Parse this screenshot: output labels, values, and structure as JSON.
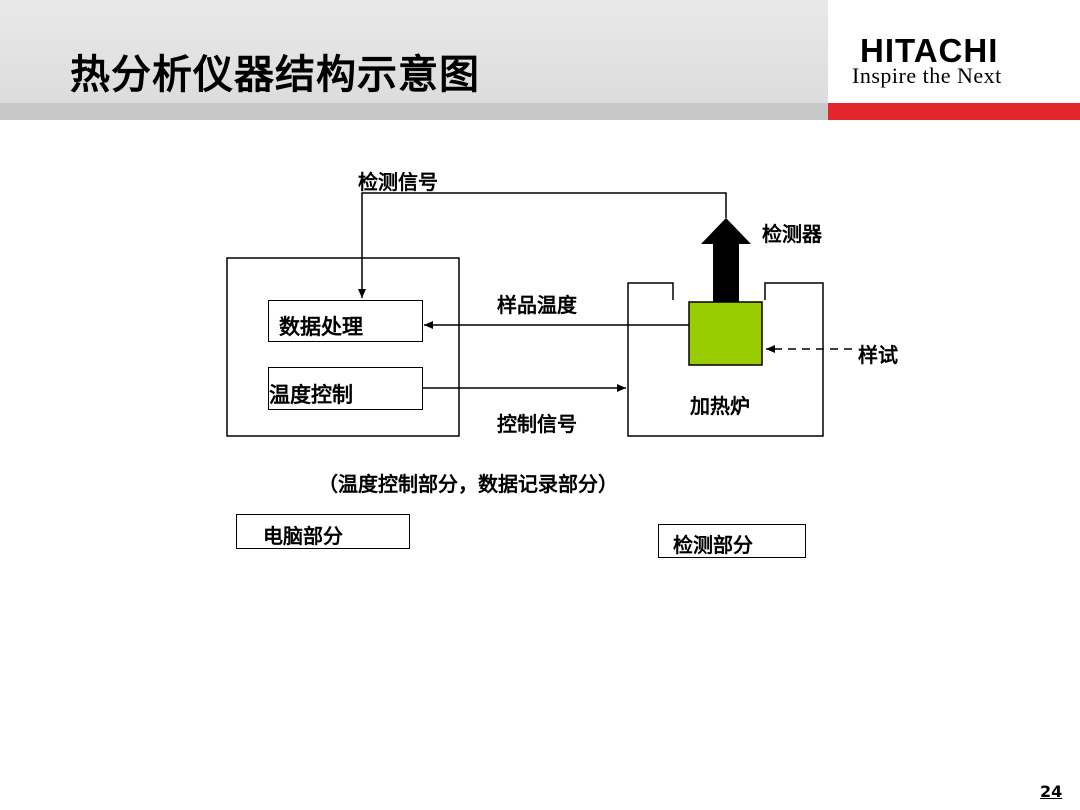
{
  "header": {
    "title": "热分析仪器结构示意图",
    "logo_main": "HITACHI",
    "logo_sub": "Inspire the Next"
  },
  "diagram": {
    "signal_label": "检测信号",
    "detector_label": "检测器",
    "sample_temp_label": "样品温度",
    "data_processing_label": "数据处理",
    "temp_control_label": "温度控制",
    "control_signal_label": "控制信号",
    "sample_label": "样试",
    "furnace_label": "加热炉",
    "computer_caption": "（温度控制部分，数据记录部分）",
    "computer_section_label": "电脑部分",
    "detection_section_label": "检测部分"
  },
  "colors": {
    "sample_fill": "#99cc00",
    "brand_red": "#e3262d"
  },
  "page_number": "24"
}
